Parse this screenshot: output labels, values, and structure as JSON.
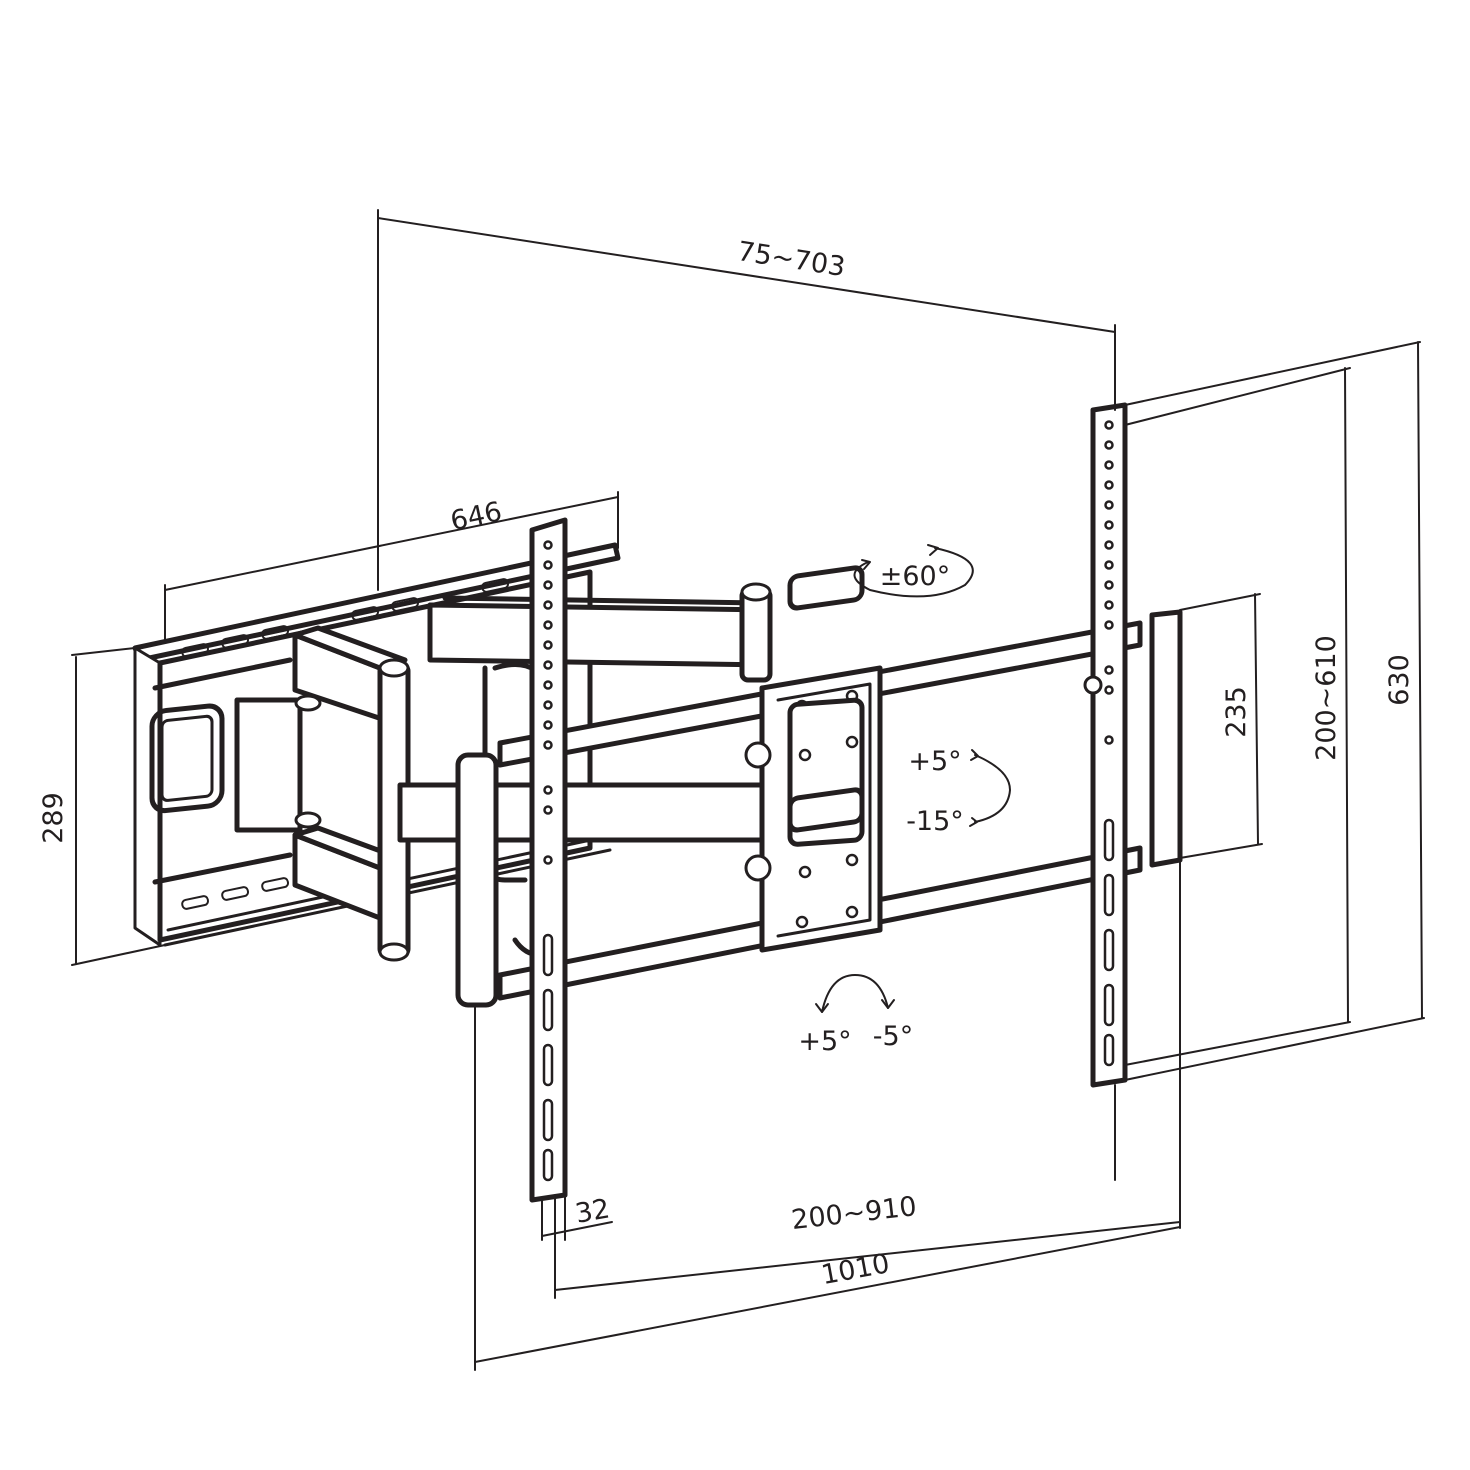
{
  "colors": {
    "line": "#231f20",
    "background": "#ffffff"
  },
  "dimensions": {
    "top_depth": "75~703",
    "plate_width": "646",
    "plate_height": "289",
    "mount_width": "1010",
    "vesa_horizontal": "200~910",
    "arm_width": "32",
    "max_height": "630",
    "vesa_vertical": "200~610",
    "bar_spacing": "235"
  },
  "adjustments": {
    "swivel": "±60°",
    "tilt_up": "+5°",
    "tilt_down": "-15°",
    "level_plus": "+5°",
    "level_minus": "-5°"
  }
}
